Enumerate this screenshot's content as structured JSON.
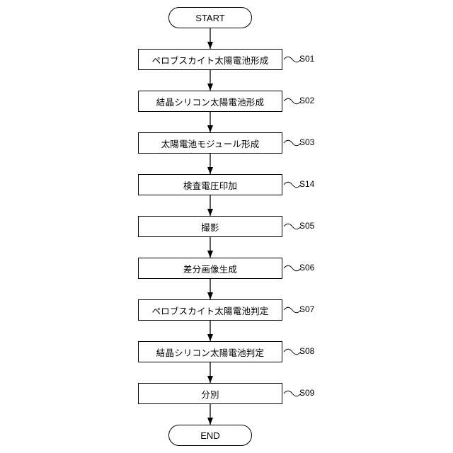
{
  "flowchart": {
    "start_label": "START",
    "end_label": "END",
    "steps": [
      {
        "label": "ペロブスカイト太陽電池形成",
        "code": "S01"
      },
      {
        "label": "結晶シリコン太陽電池形成",
        "code": "S02"
      },
      {
        "label": "太陽電池モジュール形成",
        "code": "S03"
      },
      {
        "label": "検査電圧印加",
        "code": "S14"
      },
      {
        "label": "撮影",
        "code": "S05"
      },
      {
        "label": "差分画像生成",
        "code": "S06"
      },
      {
        "label": "ペロブスカイト太陽電池判定",
        "code": "S07"
      },
      {
        "label": "結晶シリコン太陽電池判定",
        "code": "S08"
      },
      {
        "label": "分別",
        "code": "S09"
      }
    ]
  }
}
